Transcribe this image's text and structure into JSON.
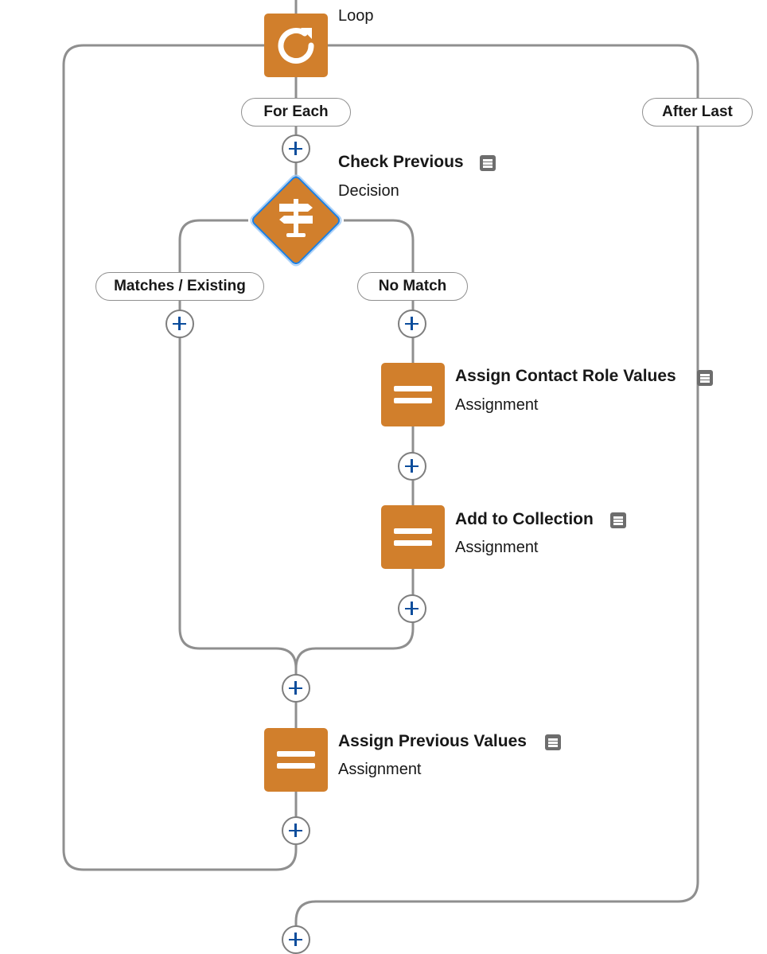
{
  "loop": {
    "title": "Loop"
  },
  "branches": {
    "for_each": "For Each",
    "after_last": "After Last"
  },
  "decision": {
    "title": "Check Previous",
    "type": "Decision",
    "outcome_left": "Matches / Existing",
    "outcome_right": "No Match"
  },
  "assign_contact_role": {
    "title": "Assign Contact Role Values",
    "type": "Assignment"
  },
  "add_to_collection": {
    "title": "Add to Collection",
    "type": "Assignment"
  },
  "assign_previous": {
    "title": "Assign Previous Values",
    "type": "Assignment"
  },
  "colors": {
    "node": "#d17f2c",
    "connector": "#8f8f8f",
    "plus": "#0b4d9c",
    "focus": "#1b7fe3"
  }
}
